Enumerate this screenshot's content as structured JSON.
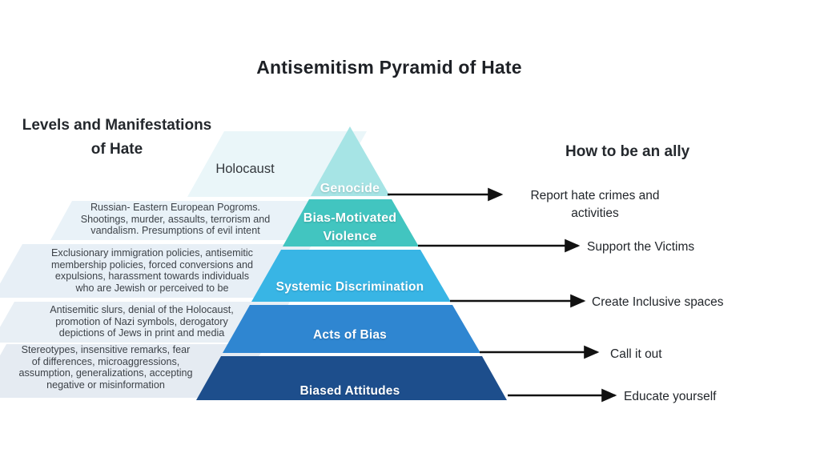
{
  "title": "Antisemitism Pyramid of Hate",
  "left_column": {
    "heading": "Levels and Manifestations\nof Hate",
    "descriptions": [
      {
        "text": "Holocaust"
      },
      {
        "text": "Russian- Eastern European Pogroms.\nShootings, murder, assaults, terrorism and\nvandalism. Presumptions of evil intent"
      },
      {
        "text": "Exclusionary immigration policies, antisemitic\nmembership policies, forced conversions and\nexpulsions, harassment towards individuals\nwho are Jewish or perceived to be"
      },
      {
        "text": "Antisemitic slurs, denial of the Holocaust,\npromotion of Nazi symbols, derogatory\ndepictions of Jews in print and media"
      },
      {
        "text": "Stereotypes, insensitive remarks, fear\nof differences, microaggressions,\nassumption, generalizations, accepting\nnegative or misinformation"
      }
    ]
  },
  "right_column": {
    "heading": "How to be an ally",
    "allies": [
      {
        "label": "Report hate crimes and\nactivities"
      },
      {
        "label": "Support the Victims"
      },
      {
        "label": "Create Inclusive spaces"
      },
      {
        "label": "Call it out"
      },
      {
        "label": "Educate yourself"
      }
    ]
  },
  "pyramid": {
    "levels": [
      {
        "label": "Genocide",
        "color": "#a6e4e5",
        "band_color": "#eaf6f9"
      },
      {
        "label": "Bias-Motivated\nViolence",
        "color": "#42c5c0",
        "band_color": "#e9f2f8"
      },
      {
        "label": "Systemic Discrimination",
        "color": "#38b5e5",
        "band_color": "#e7eff6"
      },
      {
        "label": "Acts of Bias",
        "color": "#2f86d1",
        "band_color": "#e8eff5"
      },
      {
        "label": "Biased Attitudes",
        "color": "#1d4e8c",
        "band_color": "#e5ebf2"
      }
    ],
    "arrow_color": "#111111"
  }
}
